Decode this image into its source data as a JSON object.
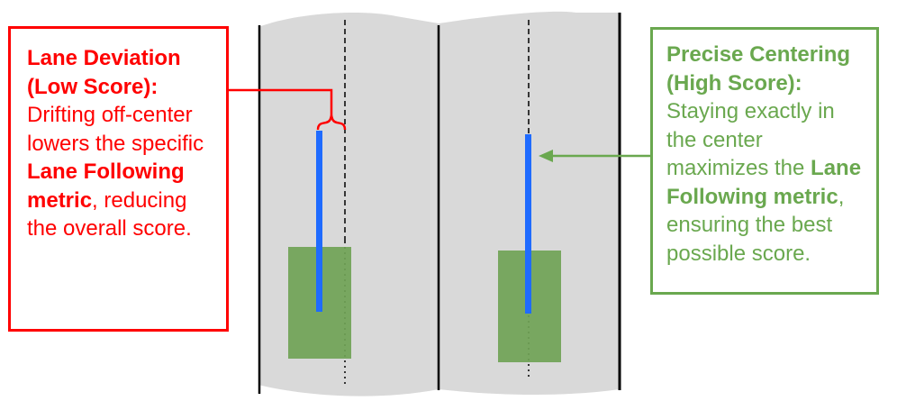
{
  "colors": {
    "road": "#d9d9d9",
    "boundary": "#000000",
    "vehicle": "#70a356",
    "trajectory": "#1f6bff",
    "low_score": "#ff0000",
    "high_score": "#6aa84f"
  },
  "left_callout": {
    "title_line1": "Lane Deviation",
    "title_line2": "(Low Score):",
    "body_line1": "Drifting off-center",
    "body_line2": "lowers the specific",
    "metric_line1": "Lane Following",
    "metric_line2": "metric",
    "body_tail": ", reducing",
    "body_line3": "the overall score."
  },
  "right_callout": {
    "title_line1": "Precise Centering",
    "title_line2": "(High Score):",
    "body_line1": "Staying exactly in",
    "body_line2": "the center",
    "body_line3a": "maximizes the ",
    "metric_part1": "Lane",
    "metric_part2": "Following metric",
    "body_comma": ",",
    "body_line4": "ensuring the best",
    "body_line5": "possible score."
  }
}
